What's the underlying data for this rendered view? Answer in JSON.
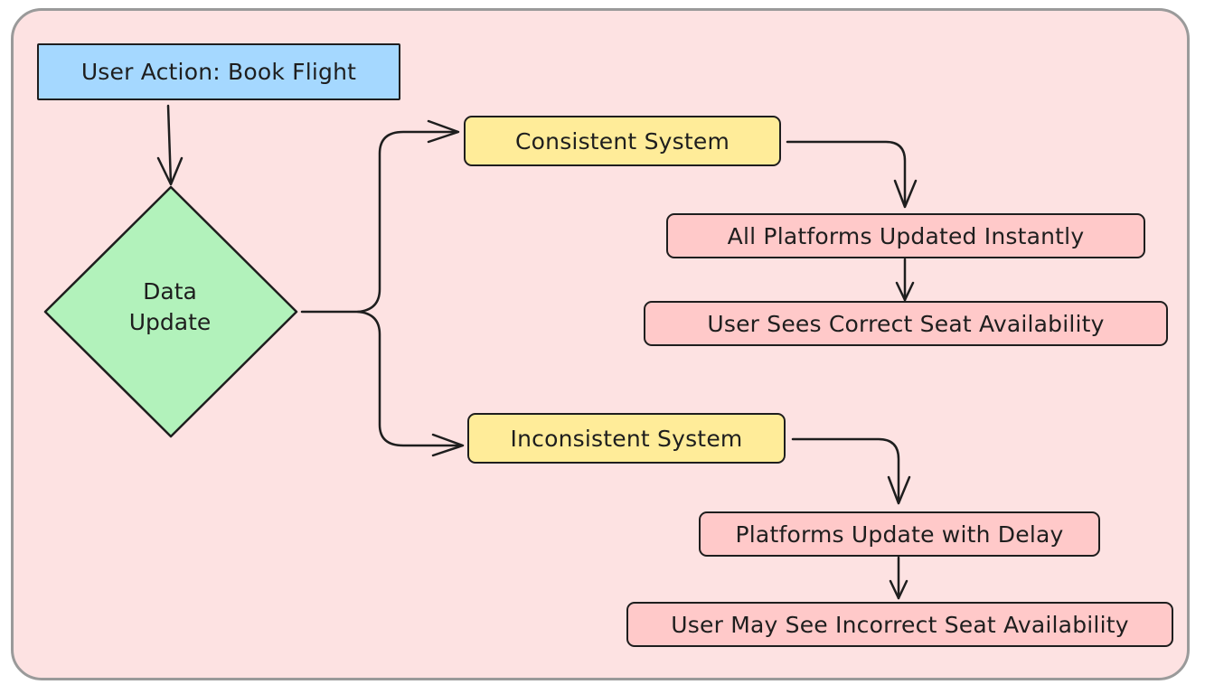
{
  "colors": {
    "frame_background": "#fde2e2",
    "frame_border": "#9a9a9a",
    "start_fill": "#a5d8ff",
    "decision_fill": "#b2f2bb",
    "system_fill": "#ffec99",
    "outcome_fill": "#ffc9c9",
    "stroke": "#1e1e1e"
  },
  "nodes": {
    "start": "User Action: Book Flight",
    "decision_line1": "Data",
    "decision_line2": "Update",
    "consistent": "Consistent System",
    "consistent_step1": "All Platforms Updated Instantly",
    "consistent_step2": "User Sees Correct Seat Availability",
    "inconsistent": "Inconsistent System",
    "inconsistent_step1": "Platforms Update with Delay",
    "inconsistent_step2": "User May See Incorrect Seat Availability"
  }
}
